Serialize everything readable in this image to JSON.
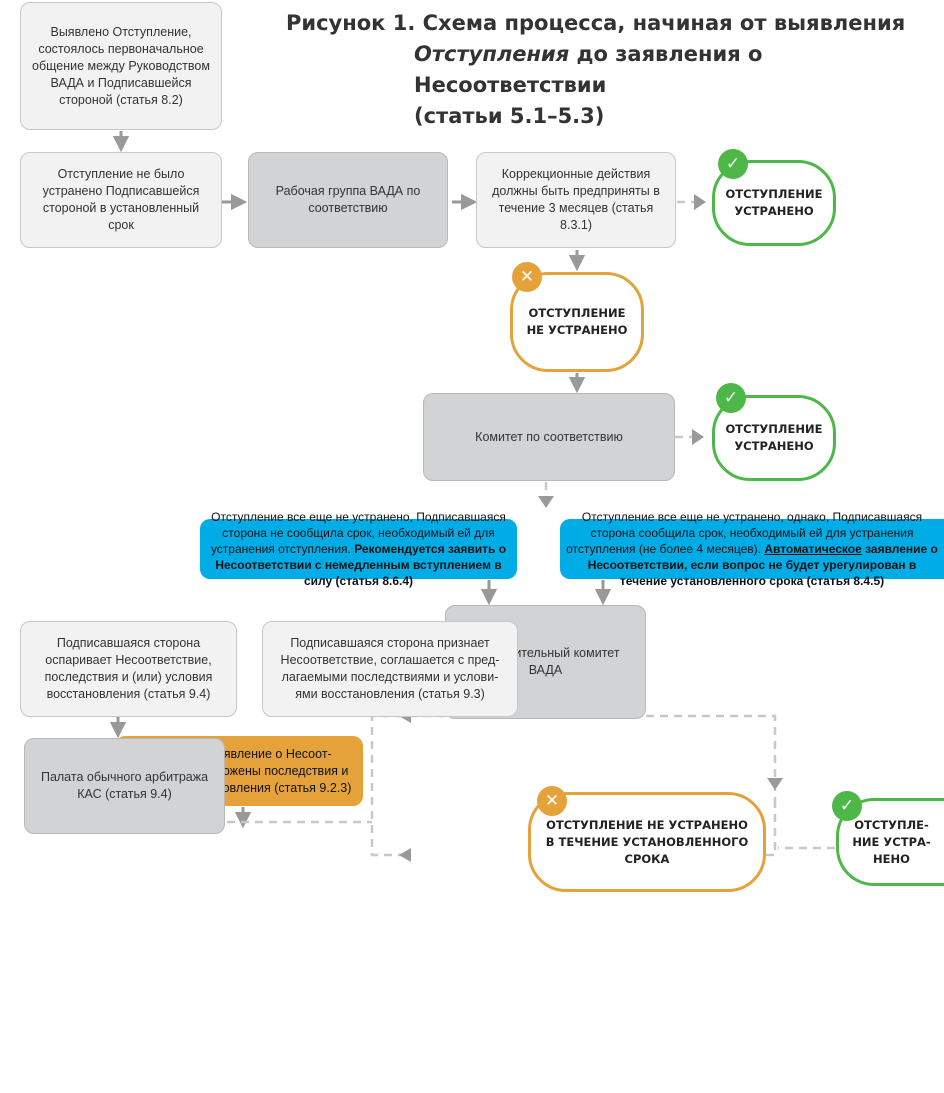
{
  "title": {
    "line1": "Рисунок 1. Схема процесса, начиная от выявления",
    "line2_italic": "Отступления",
    "line2_rest": " до заявления о Несоответствии",
    "line3": "(статьи 5.1–5.3)"
  },
  "icons": {
    "check": "✓",
    "cross": "✕"
  },
  "colors": {
    "light_box": "#f2f2f2",
    "gray_box": "#d2d3d5",
    "blue_box": "#00ace6",
    "orange_box": "#e5a23b",
    "resolved_border": "#4db848",
    "unresolved_border": "#e5a23b",
    "connector": "#999999"
  },
  "nodes": {
    "deviation_identified": "Выявлено Отступление, состоялось первона­чальное общение между Руководством ВАДА и Подписавшейся стороной (статья 8.2)",
    "not_fixed_in_time": "Отступление не было устранено Подписавшейся стороной в установленный срок",
    "wada_working_group": "Рабочая группа ВАДА по соответствию",
    "corrective_actions": "Коррекционные действия должны быть предприняты в течение 3 месяцев (статья 8.3.1)",
    "compliance_committee": "Комитет по соответствию",
    "blue_left_plain": "Отступление все еще не устранено, Подписав­шаяся сторона не сообщила срок, необходимый ей для устранения отступления. ",
    "blue_left_bold": "Рекомендуется заявить о Несоответствии с немедленным вступлением в силу (статья 8.6.4)",
    "blue_right_plain": "Отступление все еще не устранено, однако, Подписавшаяся сторона сообщила срок, необходимый ей для устранения отступления (не более 4 месяцев). ",
    "blue_right_underline": "Автоматическое",
    "blue_right_bold": " заявле­ние о Несоответствии, если вопрос не будет урегулиро­ван в течение установленного срока (статья 8.4.5)",
    "executive_committee": "Исполнительный комитет ВАДА",
    "noncompliance_declared": "Выпущено заявление о Несоот­ветствии, предложены послед­ствия и условия восстановления (статья 9.2.3)",
    "signatory_disputes": "Подписавшаяся сторона оспаривает Несоответствие, последствия и (или) условия восстановления (статья 9.4)",
    "signatory_accepts": "Подписавшаяся сторона признает Несоответствие, соглашается с пред­лагаемыми последствиями и услови­ями восстановления (статья 9.3)",
    "cas_division": "Палата обычного арбитража КАС (статья 9.4)"
  },
  "outcomes": {
    "resolved_1": "ОТСТУПЛЕ­НИЕ УСТРА­НЕНО",
    "not_resolved_1": "ОТСТУПЛЕНИЕ НЕ УСТРАНЕНО",
    "resolved_2": "ОТСТУПЛЕ­НИЕ УСТРА­НЕНО",
    "not_resolved_in_time": "ОТСТУПЛЕНИЕ НЕ УСТРАНЕНО В ТЕЧЕ­НИЕ УСТАНОВЛЕННОГО СРОКА",
    "resolved_3": "ОТСТУПЛЕ­НИЕ УСТРА­НЕНО"
  }
}
